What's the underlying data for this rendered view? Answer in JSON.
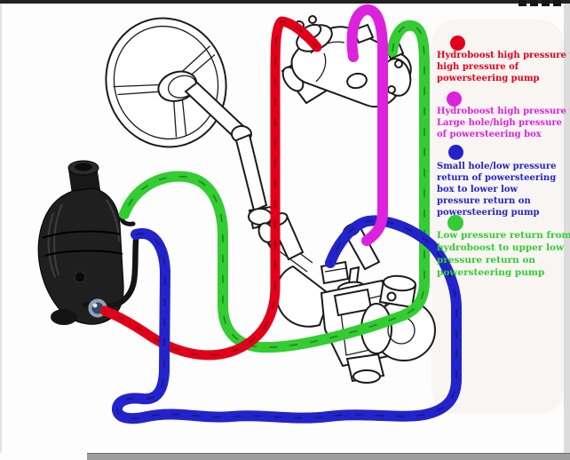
{
  "hoses": {
    "red_color": "#e2001a",
    "magenta_color": "#dd22dd",
    "blue_color": "#2323cc",
    "green_color": "#33cc33"
  },
  "legend": {
    "items": [
      {
        "id": "red",
        "color": "#e2001a",
        "shape": "circle",
        "lines": [
          "Hydroboost high pressure to",
          "high pressure of",
          "powersteering pump"
        ]
      },
      {
        "id": "magenta",
        "color": "#dd22dd",
        "shape": "circle",
        "lines": [
          "Hydroboost high pressure to",
          "Large hole/high pressure",
          "of powersteering box"
        ]
      },
      {
        "id": "blue",
        "color": "#2323cc",
        "shape": "circle",
        "lines": [
          "Small hole/low pressure",
          "return of powersteering",
          "box  to lower low",
          "pressure return on",
          "powersteering pump"
        ]
      },
      {
        "id": "green",
        "color": "#33cc33",
        "shape": "circle",
        "lines": [
          "Low pressure return from",
          "hydroboost to upper low",
          "pressure return on",
          "powersteering pump"
        ]
      }
    ]
  }
}
